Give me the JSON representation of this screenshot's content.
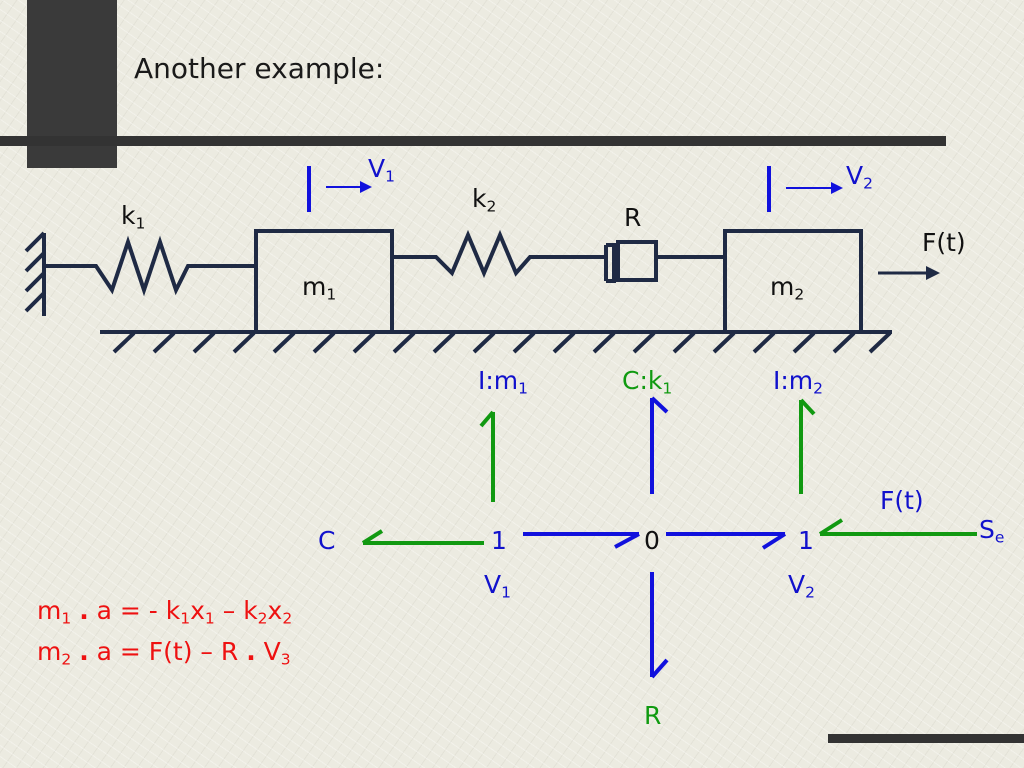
{
  "slide": {
    "title": "Another example:"
  },
  "mechanical": {
    "k1": {
      "base": "k",
      "sub": "1"
    },
    "k2": {
      "base": "k",
      "sub": "2"
    },
    "v1": {
      "base": "V",
      "sub": "1"
    },
    "v2": {
      "base": "V",
      "sub": "2"
    },
    "r": "R",
    "ft": "F(t)",
    "m1": {
      "base": "m",
      "sub": "1"
    },
    "m2": {
      "base": "m",
      "sub": "2"
    }
  },
  "bond_graph": {
    "i_m1": {
      "base": "I:m",
      "sub": "1"
    },
    "c_k1": {
      "base": "C:k",
      "sub": "1"
    },
    "i_m2": {
      "base": "I:m",
      "sub": "2"
    },
    "c": "C",
    "j1_left": "1",
    "j0": "0",
    "j1_right": "1",
    "ft": "F(t)",
    "se": {
      "base": "S",
      "sub": "e"
    },
    "v1": {
      "base": "V",
      "sub": "1"
    },
    "v2": {
      "base": "V",
      "sub": "2"
    },
    "r": "R"
  },
  "equations": {
    "eq1": {
      "m": "m",
      "m_sub": "1",
      "dot": ".",
      "rest1": "a = - k",
      "k1_sub": "1",
      "x1": "x",
      "x1_sub": "1",
      "minus": " – k",
      "k2_sub": "2",
      "x2": "x",
      "x2_sub": "2"
    },
    "eq2": {
      "m": "m",
      "m_sub": "2",
      "dot": ".",
      "rest1": "a = F(t) – R",
      "dot2": ".",
      "v": "V",
      "v_sub": "3"
    }
  },
  "colors": {
    "bond_blue": "#1111dd",
    "bond_green": "#119911",
    "equation_red": "#ee1111",
    "line_dark": "#1f2a44",
    "bar_dark": "#333333"
  }
}
